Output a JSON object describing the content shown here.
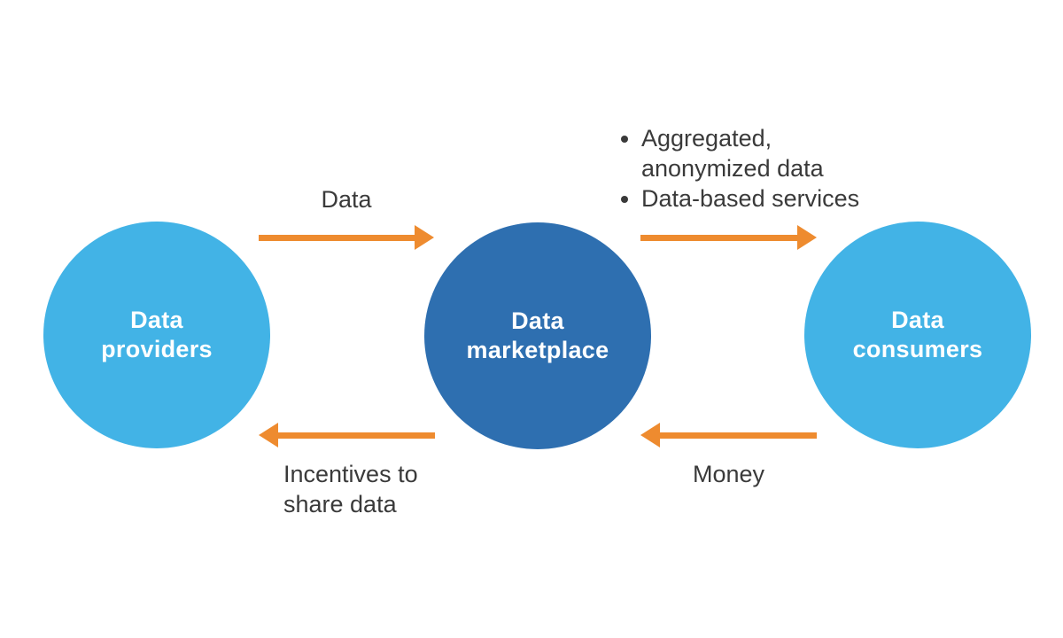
{
  "colors": {
    "node_light": "#42b3e6",
    "node_dark": "#2e6fb0",
    "arrow": "#ee8b2f",
    "text": "#3a3a3a",
    "node_text": "#ffffff",
    "background": "#ffffff"
  },
  "nodes": {
    "providers": {
      "label": "Data providers",
      "lines": [
        "Data",
        "providers"
      ],
      "color": "#42b3e6"
    },
    "marketplace": {
      "label": "Data marketplace",
      "lines": [
        "Data",
        "marketplace"
      ],
      "color": "#2e6fb0"
    },
    "consumers": {
      "label": "Data consumers",
      "lines": [
        "Data",
        "consumers"
      ],
      "color": "#42b3e6"
    }
  },
  "flows": {
    "data": {
      "label": "Data",
      "direction": "right",
      "from": "Data providers",
      "to": "Data marketplace"
    },
    "services": {
      "items": [
        "Aggregated, anonymized data",
        "Data-based services"
      ],
      "direction": "right",
      "from": "Data marketplace",
      "to": "Data consumers"
    },
    "incentives": {
      "label": "Incentives to share data",
      "direction": "left",
      "from": "Data marketplace",
      "to": "Data providers"
    },
    "money": {
      "label": "Money",
      "direction": "left",
      "from": "Data consumers",
      "to": "Data marketplace"
    }
  }
}
